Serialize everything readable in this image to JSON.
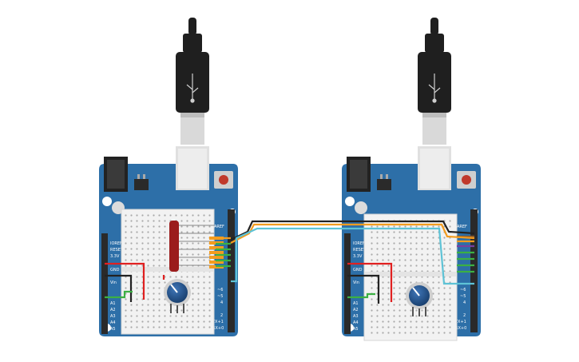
{
  "canvas": {
    "background": "#ffffff"
  },
  "colors": {
    "board": "#2d6fa8",
    "board_dark": "#245a8c",
    "breadboard": "#f2f2f2",
    "header": "#2a2a2a",
    "usb_plug": "#1f1f1f",
    "wire_orange": "#f39c1e",
    "wire_red": "#e02020",
    "wire_green": "#3cb043",
    "wire_black": "#222222",
    "wire_cyan": "#5ec3d6",
    "wire_brown": "#8b5a2b",
    "wire_purple": "#7a3fa0",
    "led_bar": "#9b1c1c",
    "pot_knob": "#1f4f8a"
  },
  "boards": [
    {
      "id": "left",
      "labels": {
        "ioref": "IOREF",
        "reset": "RESET",
        "v33": "3.3V",
        "gnd": "GND",
        "vin": "Vin",
        "a1": "A1",
        "a2": "A2",
        "a3": "A3",
        "a4": "A4",
        "a5": "A5",
        "aref": "AREF",
        "d6": "~6",
        "d5": "~5",
        "d4": "4",
        "d2": "2",
        "tx1": "TX+1",
        "rx0": "RX+0"
      }
    },
    {
      "id": "right",
      "labels": {
        "ioref": "IOREF",
        "reset": "RESET",
        "v33": "3.3V",
        "gnd": "GND",
        "vin": "Vin",
        "a1": "A1",
        "a2": "A2",
        "a3": "A3",
        "a4": "A4",
        "a5": "A5",
        "aref": "AREF",
        "d6": "~6",
        "d5": "~5",
        "d4": "4",
        "d2": "2",
        "tx1": "TX+1",
        "rx0": "RX+0"
      }
    }
  ]
}
